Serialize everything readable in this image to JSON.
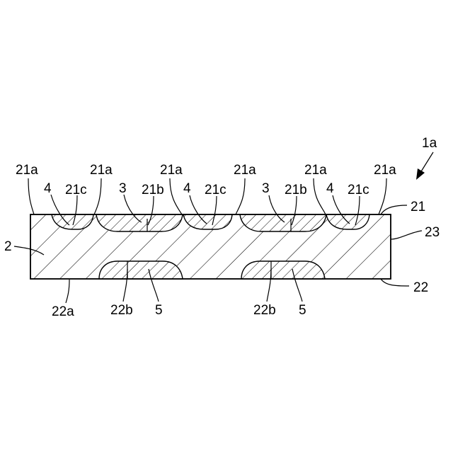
{
  "figure": {
    "ref_assembly": "1a",
    "ref_21": "21",
    "ref_23": "23",
    "ref_22": "22",
    "ref_2": "2",
    "top_21a": [
      "21a",
      "21a",
      "21a",
      "21a",
      "21a",
      "21a"
    ],
    "top_4": [
      "4",
      "4",
      "4"
    ],
    "top_21c": [
      "21c",
      "21c",
      "21c"
    ],
    "top_3": [
      "3",
      "3"
    ],
    "top_21b": [
      "21b",
      "21b"
    ],
    "bottom_22a": "22a",
    "bottom_22b": [
      "22b",
      "22b"
    ],
    "bottom_5": [
      "5",
      "5"
    ]
  },
  "colors": {
    "line": "#000000",
    "background": "#ffffff"
  }
}
